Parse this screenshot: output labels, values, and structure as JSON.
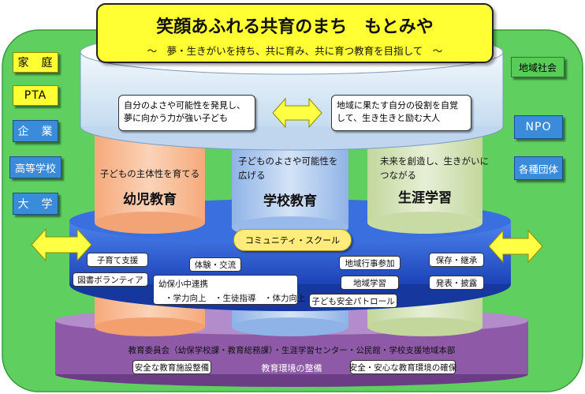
{
  "title": {
    "main": "笑顔あふれる共育のまち　もとみや",
    "sub": "～　夢・生きがいを持ち、共に育み、共に育つ教育を目指して　～"
  },
  "top_goals": {
    "left": [
      "自分のよさや可能性を発見し、",
      "夢に向かう力が強い子ども"
    ],
    "right": [
      "地域に果たす自分の役割を自覚",
      "して、生き生きと励む大人"
    ]
  },
  "pillars": [
    {
      "desc": [
        "子どもの主体性を育てる"
      ],
      "name": "幼児教育",
      "color": "#f6a97a"
    },
    {
      "desc": [
        "子どものよさや可能性を",
        "広げる"
      ],
      "name": "学校教育",
      "color": "#a8c4ea"
    },
    {
      "desc": [
        "未来を創造し、生きがいに",
        "つながる"
      ],
      "name": "生涯学習",
      "color": "#d3e2b6"
    }
  ],
  "left_labels": {
    "katei": "家　庭",
    "pta": "PTA",
    "kigyou": "企　業",
    "koukou": "高等学校",
    "daigaku": "大　学"
  },
  "right_labels": {
    "chiiki": "地域社会",
    "npo": "NPO",
    "dantai": "各種団体"
  },
  "community_school": "コミュニティ・スクール",
  "activities": {
    "kosodate": "子育て支援",
    "tosho": "図書ボランティア",
    "taiken": "体験・交流",
    "renkei_title": "幼保小中連携",
    "renkei_items": "・学力向上　・生徒指導　・体力向上",
    "gyouji": "地域行事参加",
    "gakushu": "地域学習",
    "patrol": "子ども安全パトロール",
    "hozon": "保存・継承",
    "happyou": "発表・披露"
  },
  "base": {
    "line": "教育委員会（幼保学校課・教育総務課）・生涯学習センター・公民館・学校支援地域本部",
    "left": "安全な教育施設整備",
    "center": "教育環境の整備",
    "right": "安全・安心な教育環境の確保"
  },
  "colors": {
    "outer_green": "#5fd05f",
    "blue_band": "#2255cc",
    "base_purple": "#8e5aa8",
    "title_yellow": "#ffff33",
    "arrow_yellow": "#ffff44"
  }
}
